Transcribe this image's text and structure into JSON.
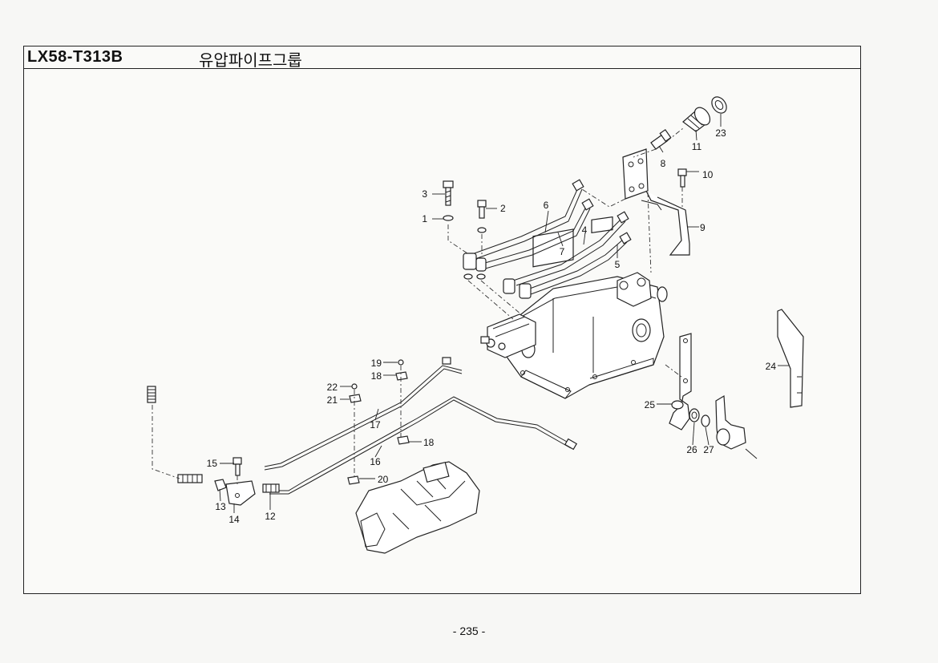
{
  "header": {
    "model_code": "LX58-T313B",
    "group_title": "유압파이프그룹"
  },
  "page_number": "- 235 -",
  "callouts": [
    "1",
    "2",
    "3",
    "4",
    "5",
    "6",
    "7",
    "8",
    "9",
    "10",
    "11",
    "12",
    "13",
    "14",
    "15",
    "16",
    "17",
    "18",
    "18",
    "19",
    "20",
    "21",
    "22",
    "23",
    "24",
    "25",
    "26",
    "27"
  ]
}
